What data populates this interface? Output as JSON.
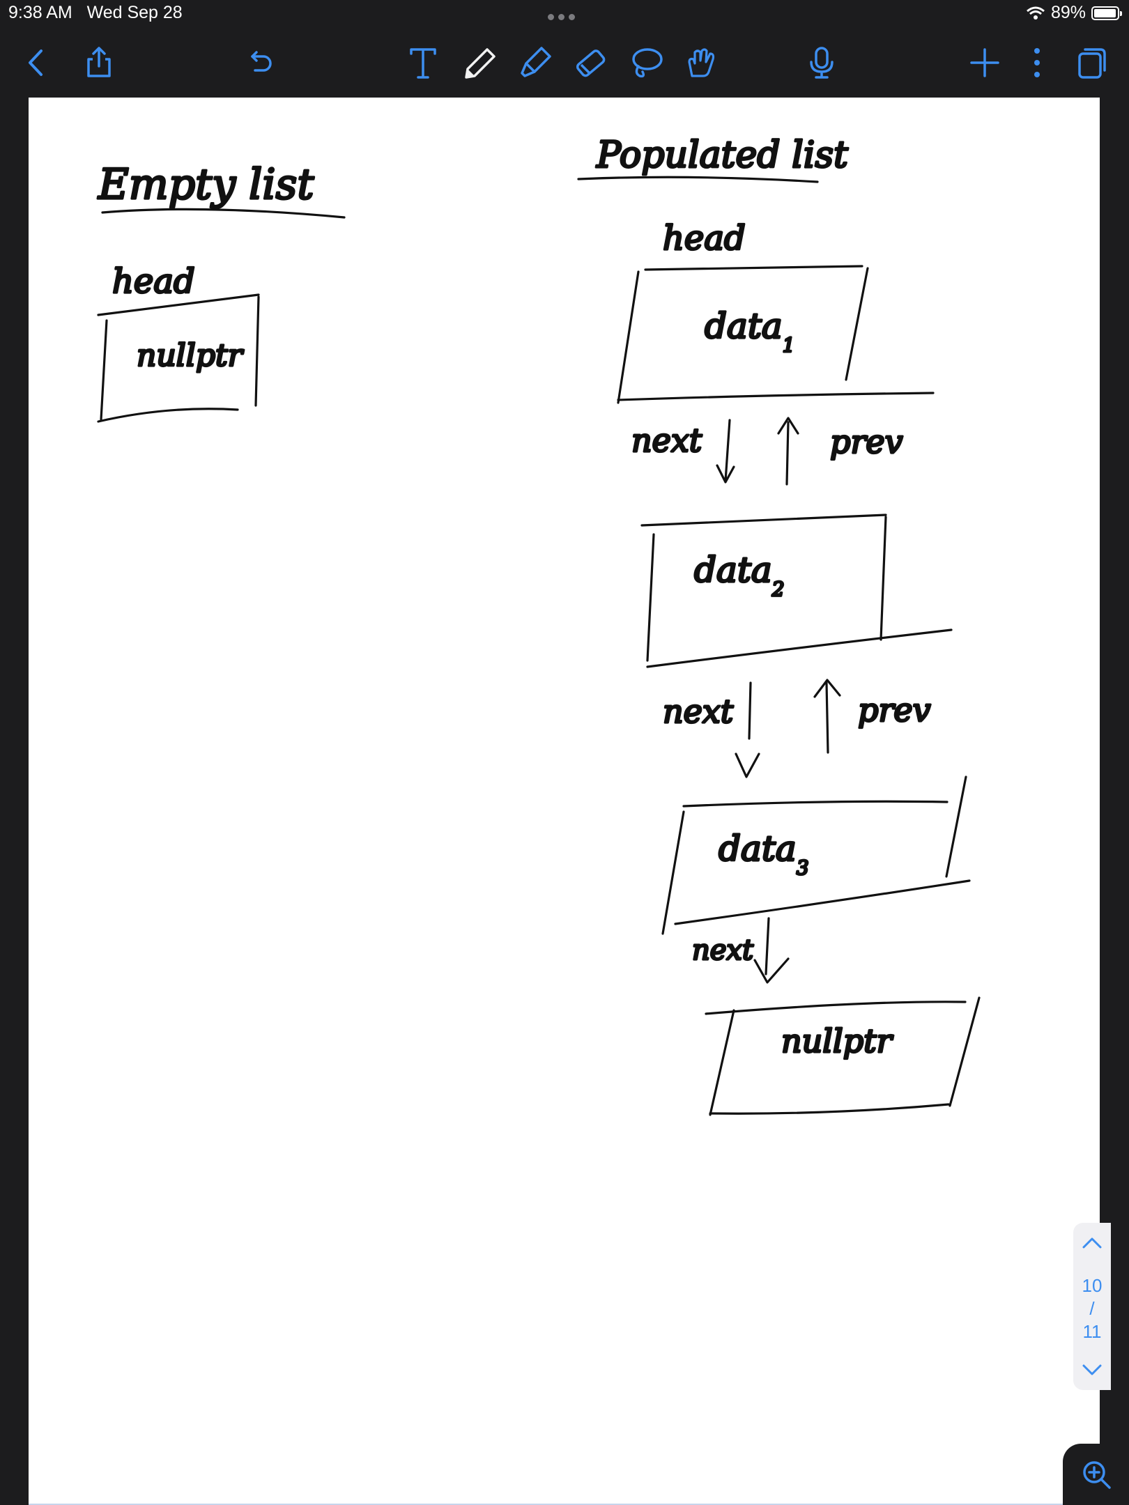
{
  "status_bar": {
    "time": "9:38 AM",
    "date": "Wed Sep 28",
    "battery": "89%"
  },
  "toolbar": {
    "icons": [
      "back-icon",
      "share-icon",
      "undo-icon",
      "text-tool-icon",
      "pen-icon",
      "highlighter-icon",
      "eraser-icon",
      "lasso-icon",
      "hand-draw-icon",
      "microphone-icon",
      "add-page-icon",
      "more-icon",
      "pages-icon"
    ],
    "accent": "#3d8ef0"
  },
  "note": {
    "empty": {
      "title": "Empty list",
      "head": "head",
      "value": "nullptr"
    },
    "populated": {
      "title": "Populated list",
      "head": "head",
      "nodes": [
        {
          "label": "data",
          "sub": "1"
        },
        {
          "label": "data",
          "sub": "2"
        },
        {
          "label": "data",
          "sub": "3"
        }
      ],
      "links": [
        {
          "next": "next",
          "prev": "prev"
        },
        {
          "next": "next",
          "prev": "prev"
        },
        {
          "next": "next"
        }
      ],
      "terminal": "nullptr"
    }
  },
  "page_nav": {
    "current": "10",
    "separator": "/",
    "total": "11"
  }
}
